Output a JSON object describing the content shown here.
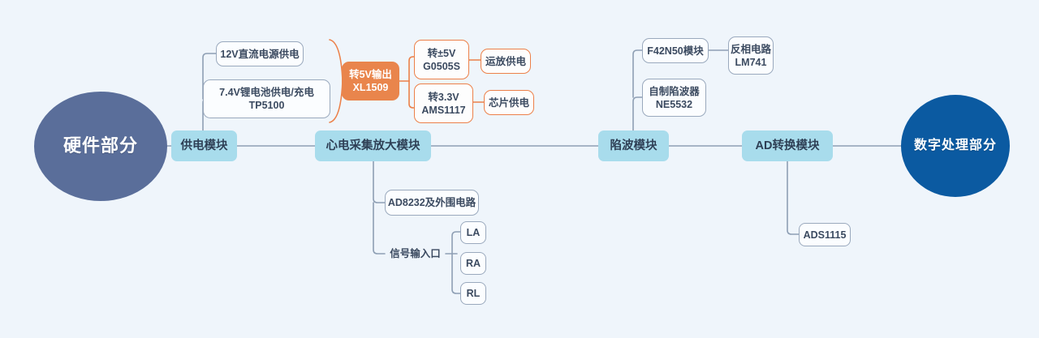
{
  "diagram": {
    "title": "硬件部分",
    "background_color": "#eff5fb",
    "colors": {
      "root_left": "#5a6e9a",
      "root_right": "#0b5aa1",
      "main_node": "#a8dcec",
      "accent_orange": "#e9854c",
      "wire": "#8e9fb4",
      "wire_orange": "#ec8049"
    },
    "roots": {
      "left": "硬件部分",
      "right": "数字处理部分"
    },
    "spine": [
      {
        "id": "power",
        "label": "供电模块"
      },
      {
        "id": "ecg",
        "label": "心电采集放大模块"
      },
      {
        "id": "notch",
        "label": "陷波模块"
      },
      {
        "id": "adc",
        "label": "AD转换模块"
      }
    ],
    "power_branch": {
      "sources": [
        {
          "label": "12V直流电源供电"
        },
        {
          "label": "7.4V锂电池供电/充电\nTP5100"
        }
      ],
      "converter": {
        "label": "转5V输出\nXL1509"
      },
      "rails": [
        {
          "label": "转±5V\nG0505S",
          "use": "运放供电"
        },
        {
          "label": "转3.3V\nAMS1117",
          "use": "芯片供电"
        }
      ]
    },
    "ecg_branch": {
      "items": [
        {
          "label": "AD8232及外围电路"
        },
        {
          "label": "信号输入口"
        }
      ],
      "inputs": [
        {
          "label": "LA"
        },
        {
          "label": "RA"
        },
        {
          "label": "RL"
        }
      ]
    },
    "notch_branch": {
      "items": [
        {
          "label": "F42N50模块",
          "child": "反相电路\nLM741"
        },
        {
          "label": "自制陷波器\nNE5532",
          "child": null
        }
      ]
    },
    "adc_branch": {
      "items": [
        {
          "label": "ADS1115"
        }
      ]
    }
  }
}
